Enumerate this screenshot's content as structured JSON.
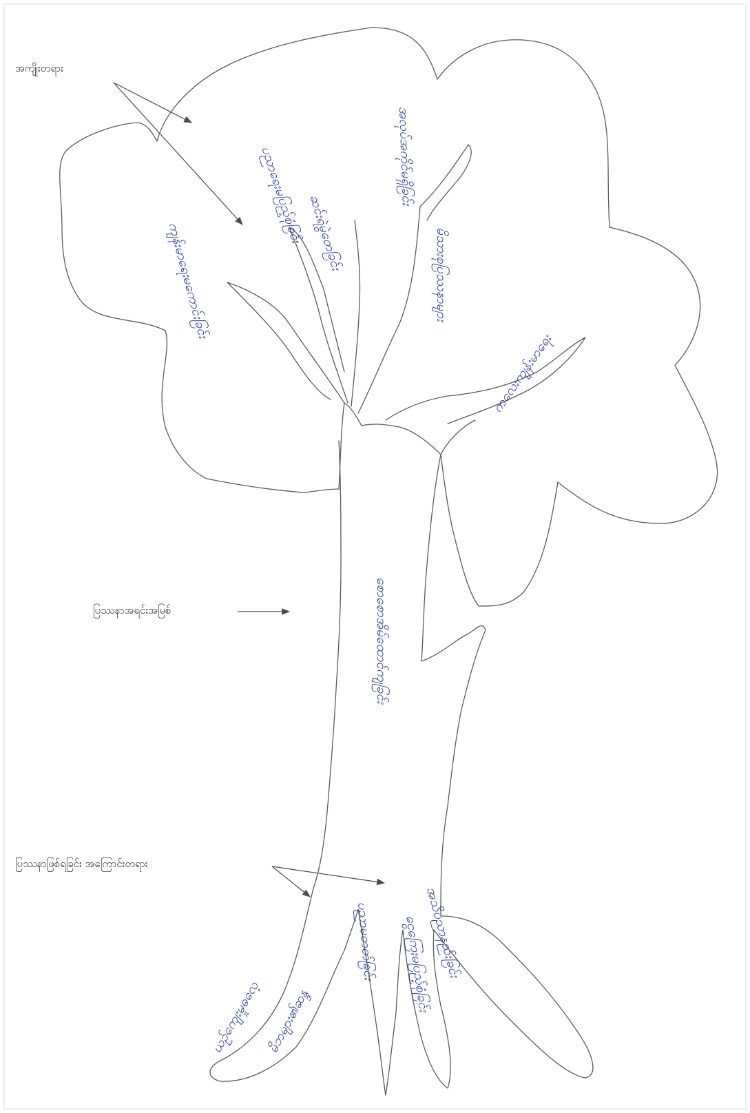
{
  "labels": {
    "effects": "အကျိုးတရား",
    "core_problem": "ပြဿနာအရင်းအမြစ်",
    "causes": "ပြဿနာဖြစ်ရခြင်း  အကြောင်းတရား"
  },
  "handwriting": {
    "trunk": "စောစောအိမ်ထောင်ကျခြင်း",
    "effects": [
      "ကျန်းမာရေးမကောင်းခြင်း",
      "ပညာရေးမပြည့်စုံခြင်း",
      "ဆင်းရဲမွဲတေခြင်း",
      "အလုပ်အကိုင်မရှိခြင်း",
      "မိသားစုပြဿနာများ",
      "ကလေးကျန်းမာရေး"
    ],
    "causes": [
      "ယဉ်ကျေးမှုဓလေ့",
      "မိဘများ၏ဆန္ဒ",
      "ပညာမတတ်ခြင်း",
      "ငွေကြေးမပြည့်စုံခြင်း",
      "အသိပညာနည်းခြင်း"
    ]
  },
  "colors": {
    "outline": "#5a5a5a",
    "ink": "#2b3f9e",
    "label": "#333333"
  }
}
